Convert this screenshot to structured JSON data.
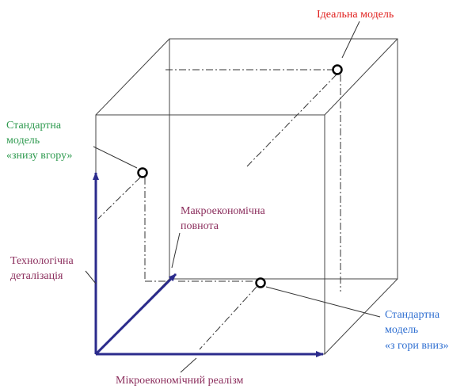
{
  "labels": {
    "ideal_model": {
      "text": "Ідеальна модель",
      "color": "#e0201e"
    },
    "bottom_up_model": {
      "lines": [
        "Стандартна",
        "модель",
        "«знизу вгору»"
      ],
      "color": "#2e9a4f"
    },
    "top_down_model": {
      "lines": [
        "Стандартна",
        "модель",
        "«з гори вниз»"
      ],
      "color": "#2f6fd1"
    },
    "macro_completeness": {
      "lines": [
        "Макроекономічна",
        "повнота"
      ],
      "color": "#8b2d5c"
    },
    "tech_detail": {
      "lines": [
        "Технологічна",
        "деталізація"
      ],
      "color": "#8b2d5c"
    },
    "micro_realism": {
      "text": "Мікроекономічний реалізм",
      "color": "#8b2d5c"
    }
  },
  "colors": {
    "cube_lines": "#333333",
    "axes": "#2b2b8c",
    "points": "#000000"
  }
}
